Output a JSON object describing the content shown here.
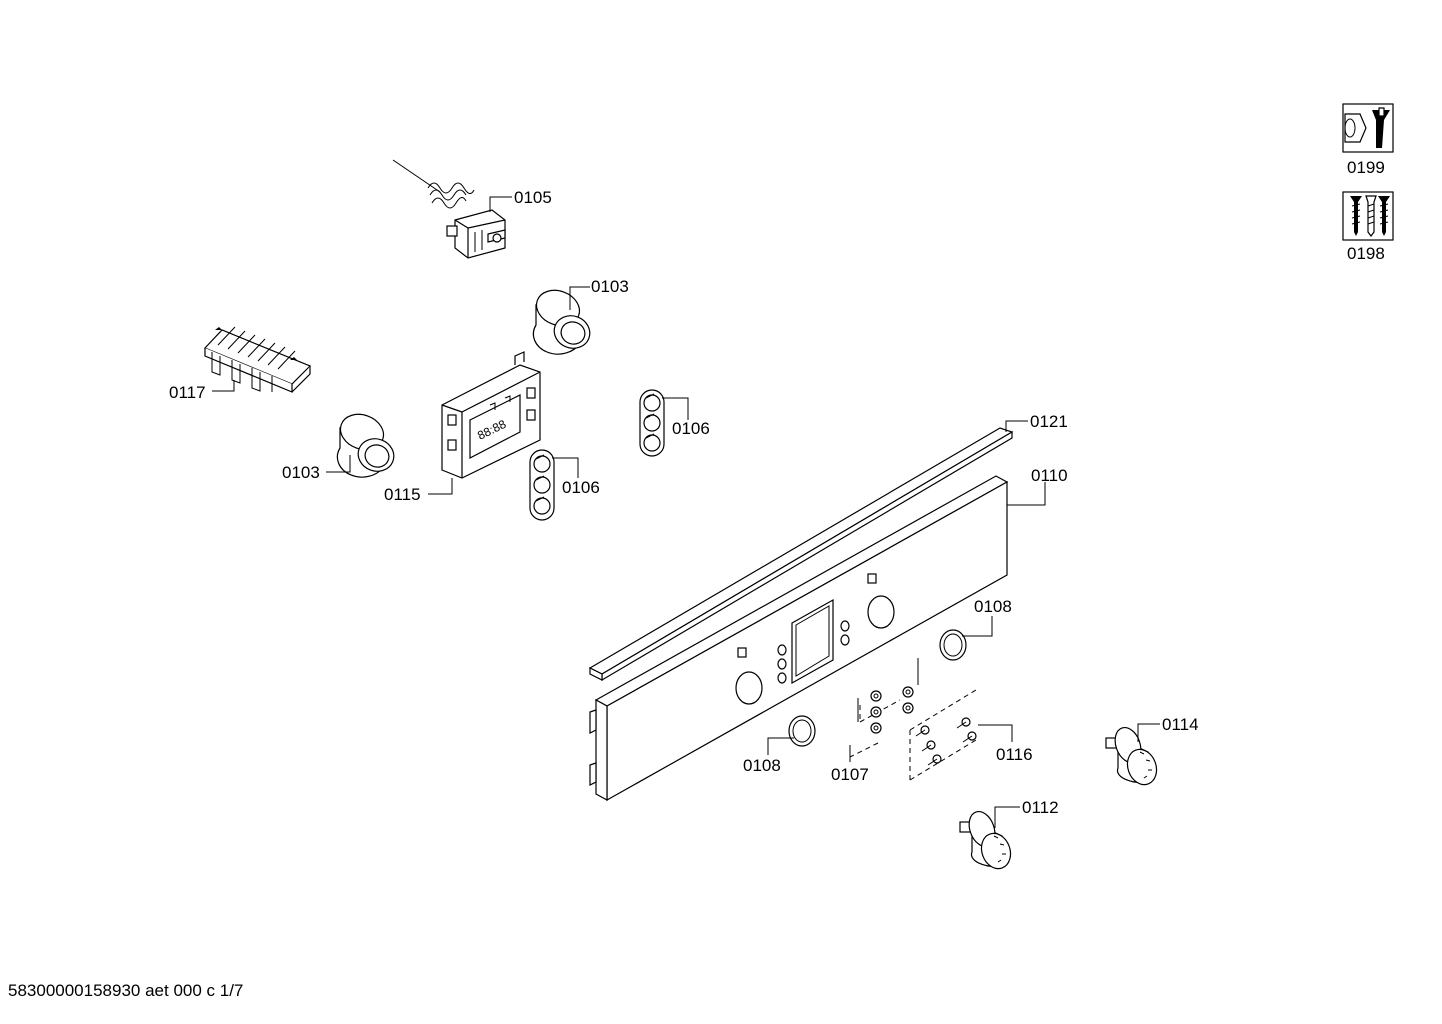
{
  "labels": {
    "p0105": "0105",
    "p0103_top": "0103",
    "p0117": "0117",
    "p0103_left": "0103",
    "p0115": "0115",
    "p0106_right": "0106",
    "p0106_mid": "0106",
    "p0121": "0121",
    "p0110": "0110",
    "p0108_right": "0108",
    "p0108_left": "0108",
    "p0107": "0107",
    "p0116": "0116",
    "p0114": "0114",
    "p0112": "0112",
    "p0199": "0199",
    "p0198": "0198"
  },
  "display_digits": "88:88",
  "footer": "58300000158930 aet 000 c 1/7",
  "icons": {
    "service": "wrench-nut-icon",
    "screws": "screws-icon"
  }
}
